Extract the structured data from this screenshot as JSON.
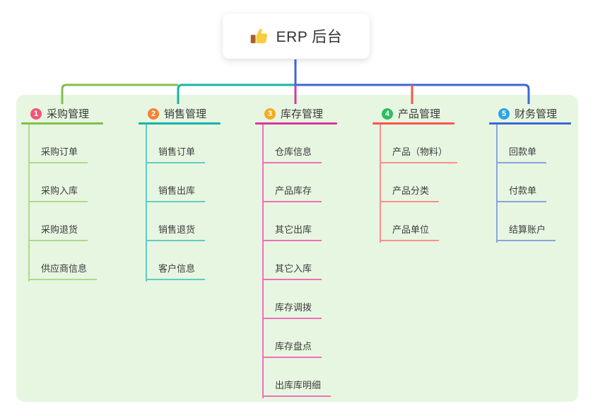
{
  "root": {
    "label": "ERP 后台",
    "icon": "thumbs-up-icon",
    "icon_colors": {
      "hand": "#F8CE3C",
      "cuff": "#A9602F"
    }
  },
  "connector": {
    "root_color": "#4465D8"
  },
  "panel": {
    "background": "#E7F6E1"
  },
  "branches": [
    {
      "index": "1",
      "label": "采购管理",
      "badge_color": "#F2557D",
      "line_color": "#85BE4B",
      "child_line_color": "#B1D88E",
      "children": [
        "采购订单",
        "采购入库",
        "采购退货",
        "供应商信息"
      ]
    },
    {
      "index": "2",
      "label": "销售管理",
      "badge_color": "#F58233",
      "line_color": "#18B2A8",
      "child_line_color": "#62CBC2",
      "children": [
        "销售订单",
        "销售出库",
        "销售退货",
        "客户信息"
      ]
    },
    {
      "index": "3",
      "label": "库存管理",
      "badge_color": "#F6AC1F",
      "line_color": "#D6399C",
      "child_line_color": "#EE70BA",
      "children": [
        "仓库信息",
        "产品库存",
        "其它出库",
        "其它入库",
        "库存调拨",
        "库存盘点",
        "出库库明细"
      ]
    },
    {
      "index": "4",
      "label": "产品管理",
      "badge_color": "#2EBD5F",
      "line_color": "#F8554D",
      "child_line_color": "#FB9089",
      "children": [
        "产品（物料）",
        "产品分类",
        "产品单位"
      ]
    },
    {
      "index": "5",
      "label": "财务管理",
      "badge_color": "#2BA5E5",
      "line_color": "#3C67D3",
      "child_line_color": "#8CA3DE",
      "children": [
        "回款单",
        "付款单",
        "结算账户"
      ]
    }
  ]
}
